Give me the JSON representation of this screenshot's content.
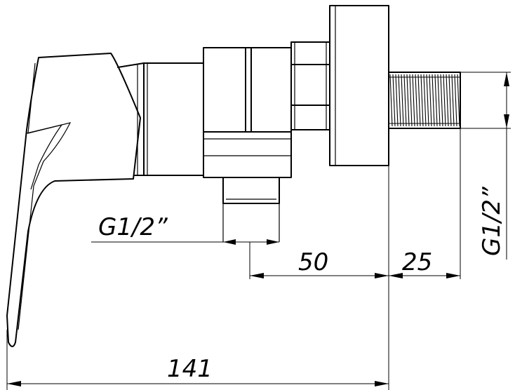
{
  "dimensions": {
    "overall_length": "141",
    "body_to_wall": "50",
    "thread_length": "25",
    "outlet_thread": "G1/2”",
    "inlet_thread": "G1/2”"
  }
}
